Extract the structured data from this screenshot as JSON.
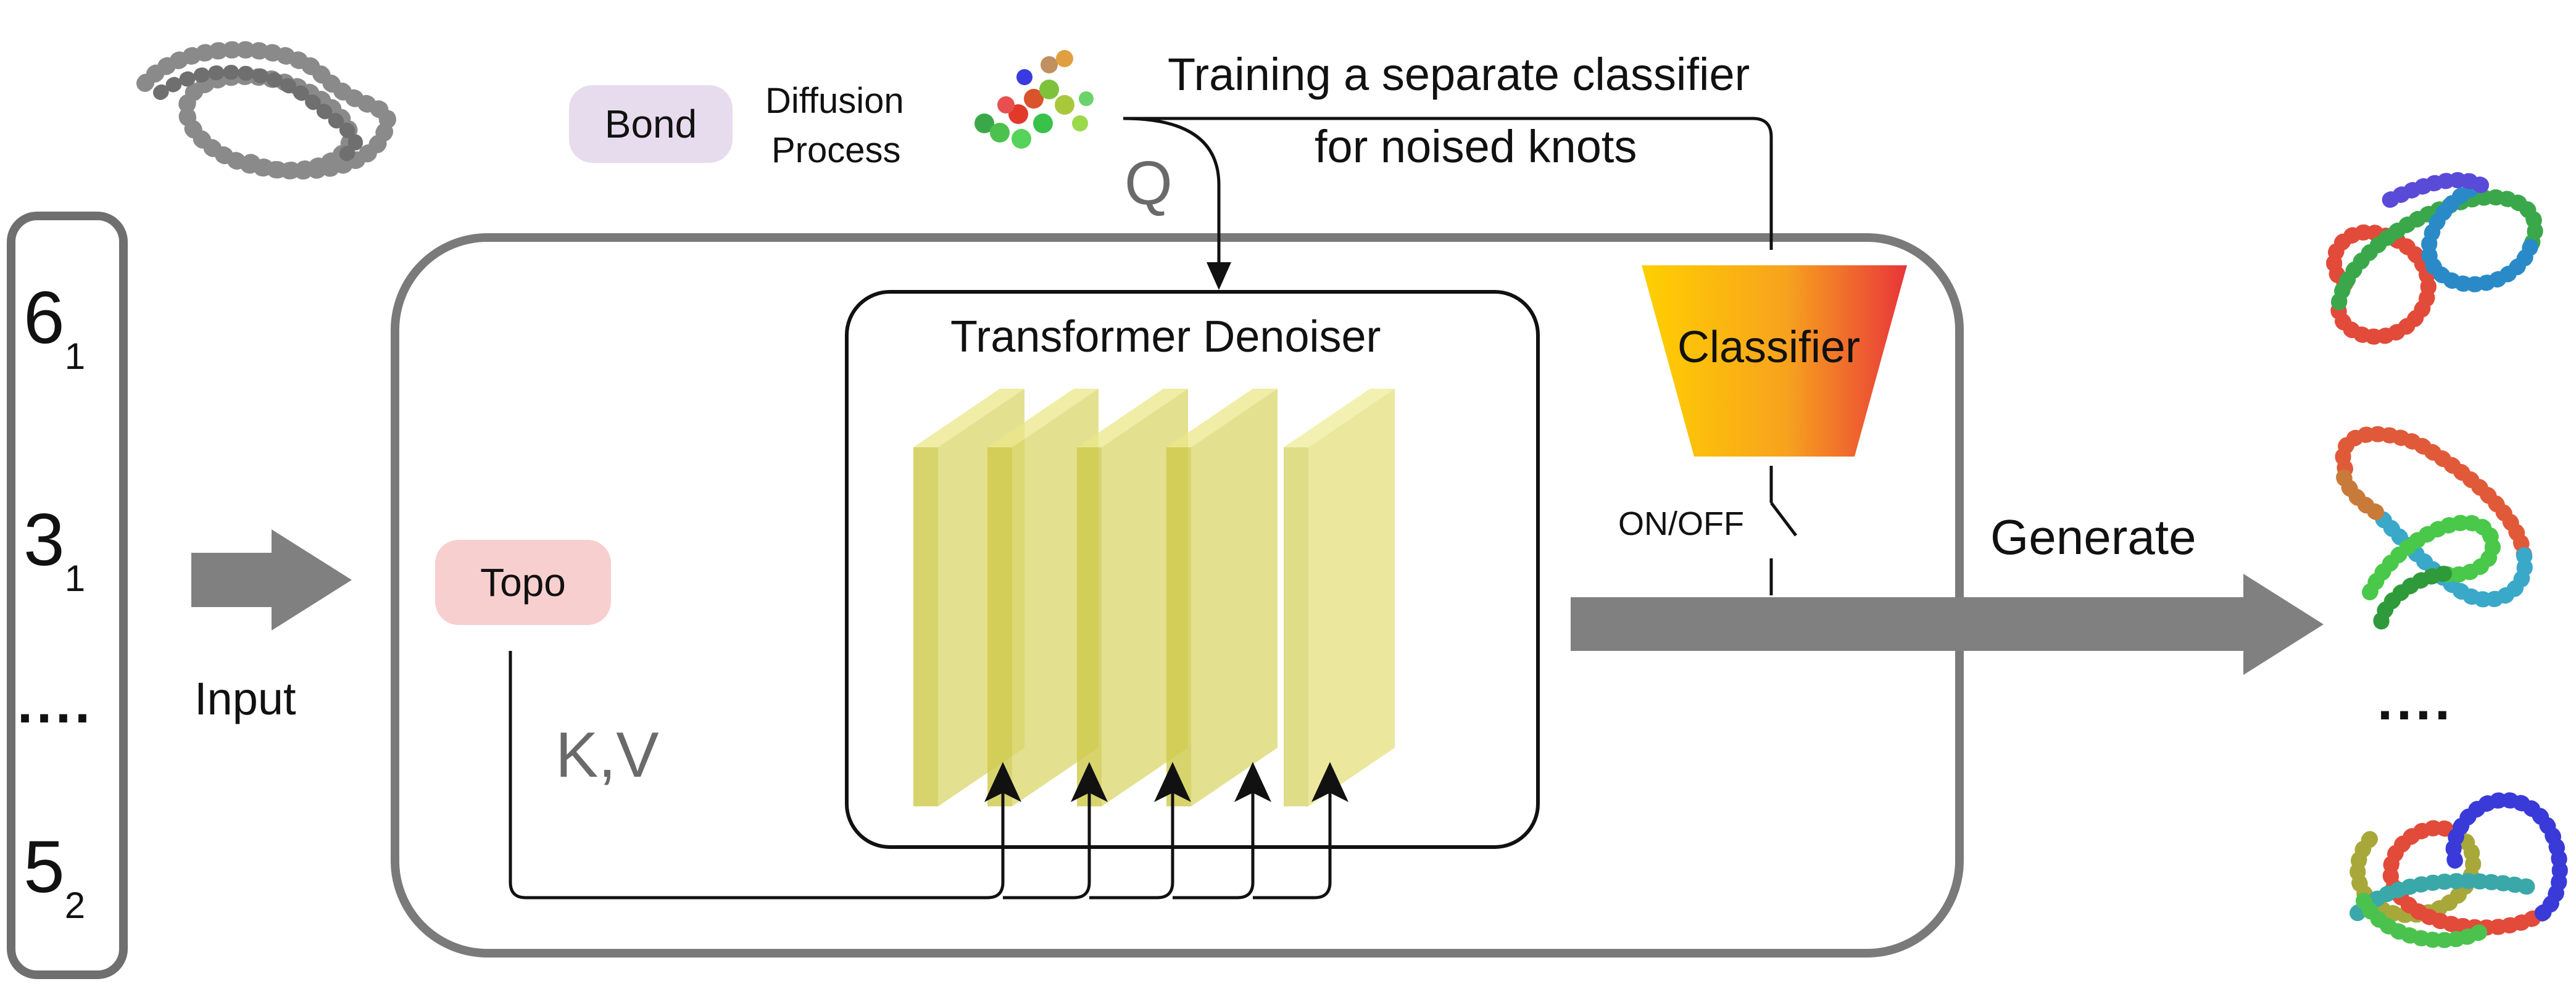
{
  "input_list": {
    "items": [
      {
        "main": "6",
        "sub": "1"
      },
      {
        "main": "3",
        "sub": "1"
      },
      {
        "main": "....",
        "sub": ""
      },
      {
        "main": "5",
        "sub": "2"
      }
    ]
  },
  "labels": {
    "input": "Input",
    "bond": "Bond",
    "diffusion_line1": "Diffusion",
    "diffusion_line2": "Process",
    "query": "Q",
    "classifier_note_line1": "Training a separate classifier",
    "classifier_note_line2": "for noised knots",
    "transformer": "Transformer Denoiser",
    "classifier": "Classifier",
    "switch": "ON/OFF",
    "topo": "Topo",
    "kv": "K,V",
    "generate": "Generate",
    "output_ellipsis": "...."
  },
  "colors": {
    "bond_pill": "#e6dcee",
    "topo_pill": "#f8cfcf",
    "layer_yellow": "#e7e25a",
    "arrow_gray": "#808080",
    "frame_gray": "#7a7a7a",
    "classifier_start": "#ffd400",
    "classifier_end": "#e8393a"
  }
}
